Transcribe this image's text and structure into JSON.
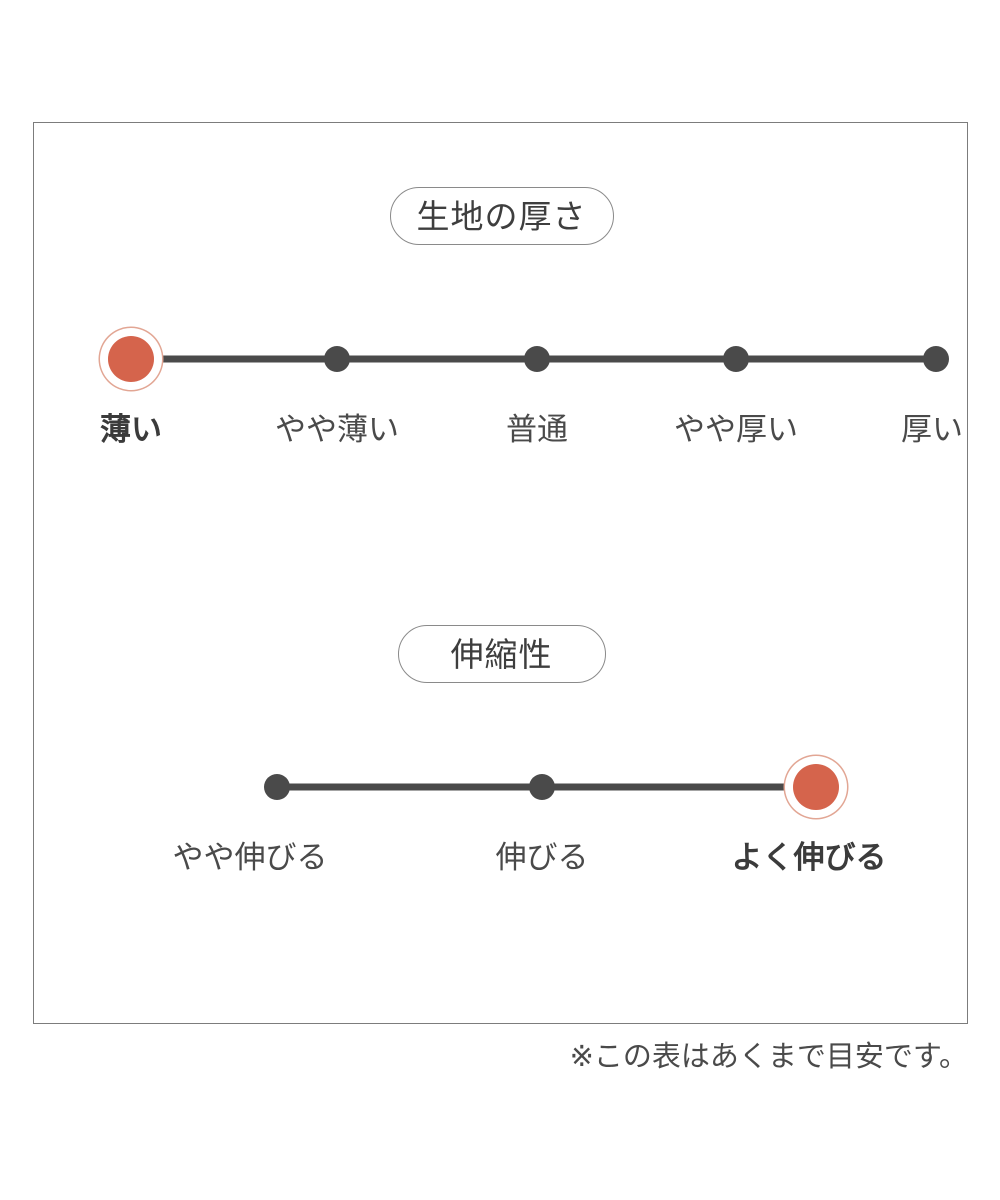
{
  "chart_data": {
    "type": "scatter",
    "title": "",
    "charts": [
      {
        "title": "生地の厚さ",
        "categories": [
          "薄い",
          "やや薄い",
          "普通",
          "やや厚い",
          "厚い"
        ],
        "x": [
          97,
          303,
          503,
          702,
          902
        ],
        "selected_index": 0,
        "selected_label": "薄い",
        "track_start": 97,
        "track_end": 902
      },
      {
        "title": "伸縮性",
        "categories": [
          "やや伸びる",
          "伸びる",
          "よく伸びる"
        ],
        "x": [
          243,
          508,
          782
        ],
        "selected_index": 2,
        "selected_label": "よく伸びる",
        "track_start": 243,
        "track_end": 782
      }
    ],
    "xlabel": "",
    "ylabel": "",
    "grid": false,
    "legend": "none",
    "annotations": [
      "※この表はあくまで目安です。"
    ]
  },
  "colors": {
    "selected_dot": "#d5644c",
    "selected_ring": "#e2a694",
    "dot": "#4a4a4a",
    "track": "#4a4a4a",
    "card_border": "#7c7c7c",
    "pill_border": "#8a8a8a",
    "text": "#4a4a4a",
    "background": "#ffffff"
  },
  "sections": [
    {
      "heading": "生地の厚さ",
      "points": [
        {
          "label": "薄い",
          "selected": true
        },
        {
          "label": "やや薄い",
          "selected": false
        },
        {
          "label": "普通",
          "selected": false
        },
        {
          "label": "やや厚い",
          "selected": false
        },
        {
          "label": "厚い",
          "selected": false
        }
      ]
    },
    {
      "heading": "伸縮性",
      "points": [
        {
          "label": "やや伸びる",
          "selected": false
        },
        {
          "label": "伸びる",
          "selected": false
        },
        {
          "label": "よく伸びる",
          "selected": true
        }
      ]
    }
  ],
  "footnote": "※この表はあくまで目安です。"
}
